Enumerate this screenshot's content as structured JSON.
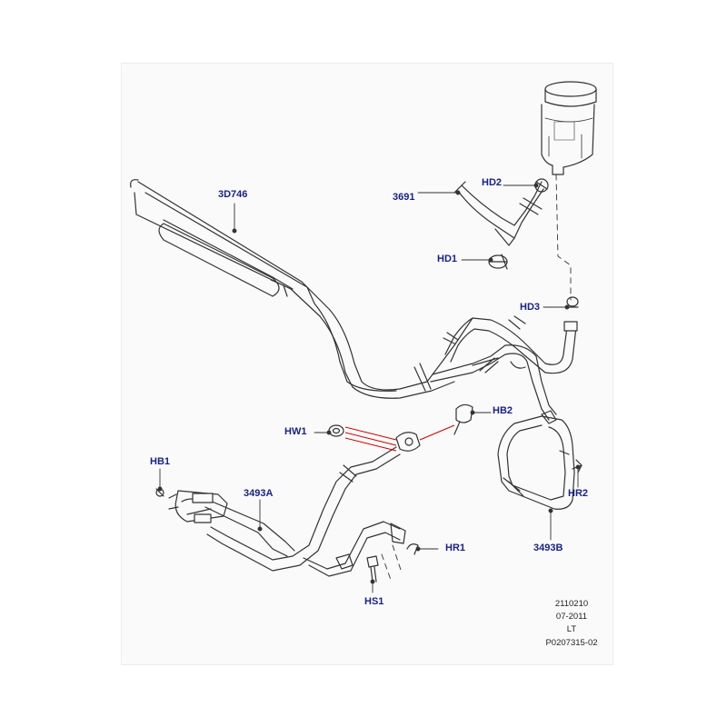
{
  "callouts": {
    "hose_3D746": "3D746",
    "hose_3691": "3691",
    "clamp_HD2": "HD2",
    "clamp_HD1": "HD1",
    "clamp_HD3": "HD3",
    "washer_HW1": "HW1",
    "bolt_HB2": "HB2",
    "bolt_HB1": "HB1",
    "hose_3493A": "3493A",
    "retainer_HR2": "HR2",
    "retainer_HR1": "HR1",
    "hose_3493B": "3493B",
    "screw_HS1": "HS1"
  },
  "metadata": {
    "code": "2110210",
    "date": "07-2011",
    "region": "LT",
    "reference": "P0207315-02"
  },
  "colors": {
    "label": "#1a237e",
    "line": "#333333",
    "washer_arrow": "#cc0000"
  }
}
